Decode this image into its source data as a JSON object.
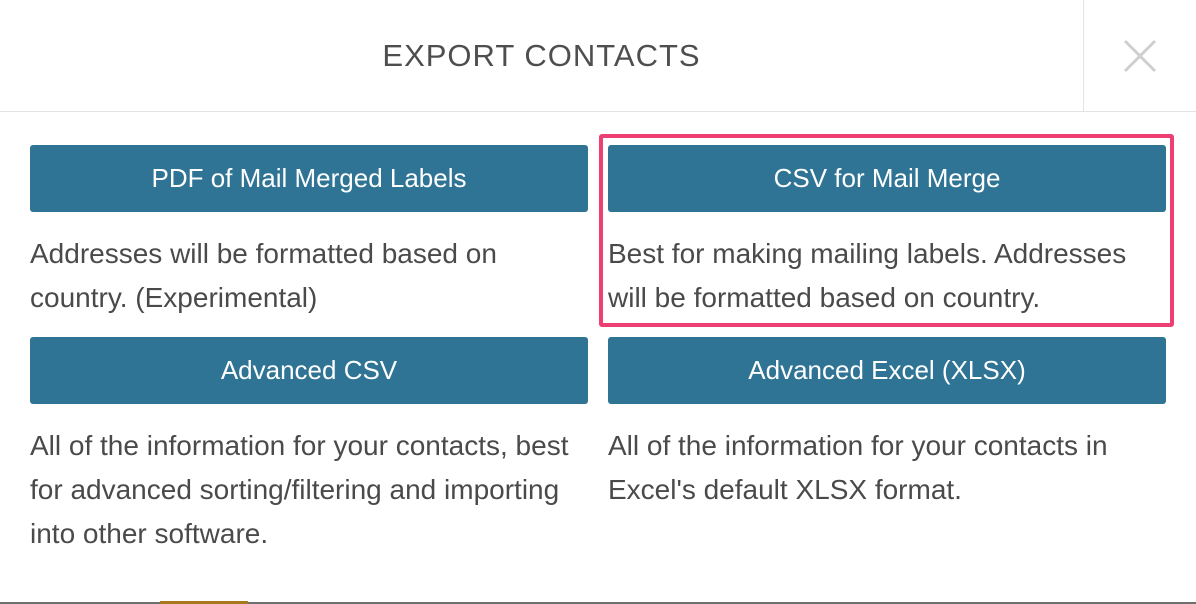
{
  "modal": {
    "title": "EXPORT CONTACTS",
    "close_icon": "close-icon"
  },
  "options": [
    {
      "button_label": "PDF of Mail Merged Labels",
      "description": "Addresses will be formatted based on country. (Experimental)"
    },
    {
      "button_label": "CSV for Mail Merge",
      "description": "Best for making mailing labels. Addresses will be formatted based on country.",
      "highlighted": true
    },
    {
      "button_label": "Advanced CSV",
      "description": "All of the information for your contacts, best for advanced sorting/filtering and importing into other software."
    },
    {
      "button_label": "Advanced Excel (XLSX)",
      "description": "All of the information for your contacts in Excel's default XLSX format."
    }
  ],
  "colors": {
    "button_bg": "#2f7395",
    "button_text": "#ffffff",
    "highlight": "#ee3f72",
    "text": "#4a4a4a"
  }
}
